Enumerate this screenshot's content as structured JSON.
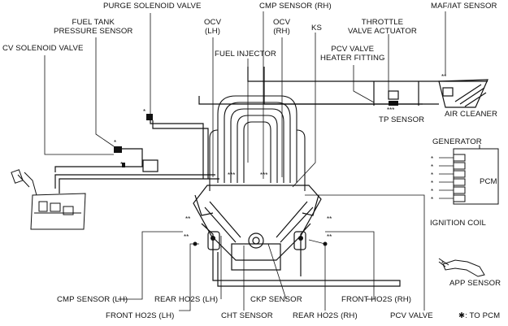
{
  "labels": {
    "purge_solenoid_valve": "PURGE SOLENOID VALVE",
    "cmp_sensor_rh": "CMP SENSOR (RH)",
    "throttle_valve_actuator": "THROTTLE\nVALVE ACTUATOR",
    "maf_iat_sensor": "MAF/IAT SENSOR",
    "fuel_tank_pressure_sensor": "FUEL TANK\nPRESSURE SENSOR",
    "ocv_lh": "OCV\n(LH)",
    "ocv_rh": "OCV\n(RH)",
    "ks": "KS",
    "cv_solenoid_valve": "CV SOLENOID VALVE",
    "fuel_injector": "FUEL INJECTOR",
    "pcv_valve_heater_fitting": "PCV VALVE\nHEATER FITTING",
    "tp_sensor": "TP SENSOR",
    "air_cleaner": "AIR CLEANER",
    "generator": "GENERATOR",
    "pcm": "PCM",
    "ignition_coil": "IGNITION COIL",
    "app_sensor": "APP SENSOR",
    "cmp_sensor_lh": "CMP SENSOR (LH)",
    "rear_ho2s_lh": "REAR HO2S (LH)",
    "ckp_sensor": "CKP SENSOR",
    "front_ho2s_rh": "FRONT HO2S (RH)",
    "front_ho2s_lh": "FRONT HO2S (LH)",
    "cht_sensor": "CHT SENSOR",
    "rear_ho2s_rh": "REAR HO2S (RH)",
    "pcv_valve": "PCV VALVE",
    "to_pcm_note": "✱: TO PCM"
  }
}
